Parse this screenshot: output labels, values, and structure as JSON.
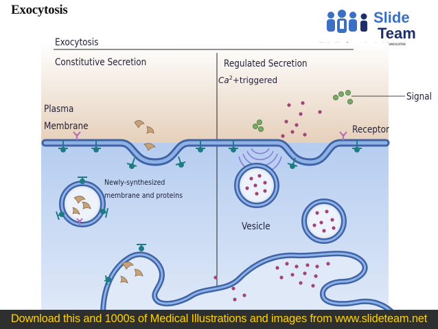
{
  "slide": {
    "title": "Exocytosis"
  },
  "logo": {
    "word1": "Slide",
    "word2": "Team",
    "tagline": "Making Your Presentations Look Awesome",
    "colors": {
      "blue": "#3a6fc4",
      "dark": "#1c2f6b"
    }
  },
  "diagram": {
    "heading": "Exocytosis",
    "constitutive": "Constitutive Secretion",
    "regulated": "Regulated Secretion",
    "calcium": "Ca",
    "calcium_sup": "2",
    "calcium_suffix": "+triggered",
    "signal": "Signal",
    "plasma_line1": "Plasma",
    "plasma_line2": "Membrane",
    "receptor": "Receptor",
    "newly_line1": "Newly-synthesized",
    "newly_line2": "membrane and proteins",
    "vesicle": "Vesicle",
    "colors": {
      "extracellular": "#e9d8c6",
      "cytoplasm": "#c4d8f2",
      "membrane": "#5b86c8",
      "protein": "#1e7b86",
      "cargo": "#c6a27a",
      "regulated_dot": "#a0457a",
      "signal_dot": "#7aa866"
    }
  },
  "footer": {
    "text": "Download this and 1000s of Medical Illustrations and images from www.slideteam.net"
  }
}
